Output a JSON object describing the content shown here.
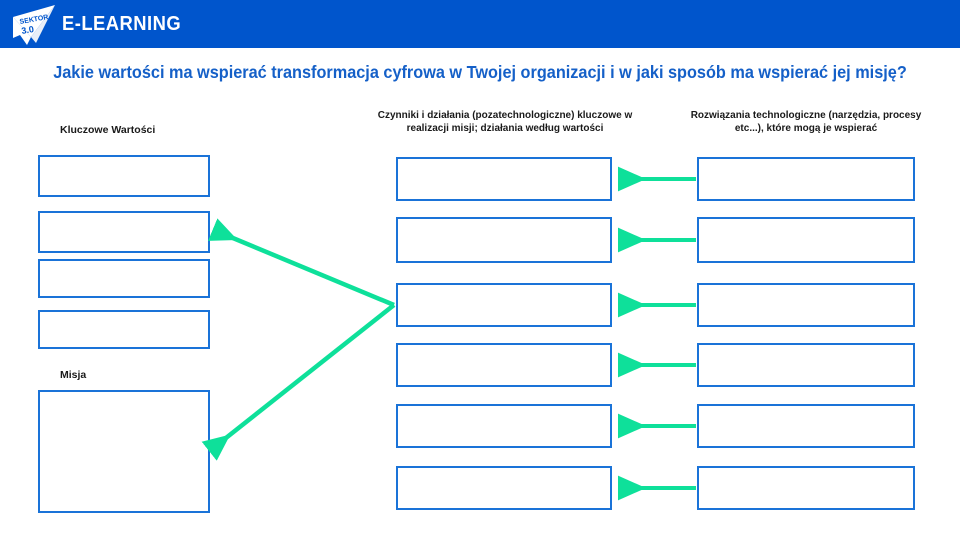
{
  "header": {
    "brand_title": "E-LEARNING",
    "logo_icon": "sektor-3-0-paper-plane-logo",
    "logo_text_line1": "SEKTOR",
    "logo_text_line2": "3.0",
    "background_color": "#0055cc"
  },
  "slide": {
    "title": "Jakie wartości ma wspierać transformacja cyfrowa w Twojej organizacji i w jaki sposób ma wspierać jej misję?",
    "title_color": "#1560c8"
  },
  "columns": {
    "values": {
      "heading": "Kluczowe Wartości",
      "boxes": [
        {
          "value": ""
        },
        {
          "value": ""
        },
        {
          "value": ""
        },
        {
          "value": ""
        }
      ]
    },
    "mission": {
      "heading": "Misja",
      "boxes": [
        {
          "value": ""
        }
      ]
    },
    "factors": {
      "heading": "Czynniki i działania (pozatechnologiczne) kluczowe w realizacji misji; działania według wartości",
      "boxes": [
        {
          "value": ""
        },
        {
          "value": ""
        },
        {
          "value": ""
        },
        {
          "value": ""
        },
        {
          "value": ""
        },
        {
          "value": ""
        }
      ]
    },
    "tech": {
      "heading": "Rozwiązania technologiczne (narzędzia, procesy etc...), które mogą je wspierać",
      "boxes": [
        {
          "value": ""
        },
        {
          "value": ""
        },
        {
          "value": ""
        },
        {
          "value": ""
        },
        {
          "value": ""
        },
        {
          "value": ""
        }
      ]
    }
  },
  "arrows": {
    "color": "#0ee09a",
    "horizontal_count": 6,
    "diagonal_count": 2
  },
  "style": {
    "box_border_color": "#1a73d8",
    "page_background": "#ffffff"
  }
}
